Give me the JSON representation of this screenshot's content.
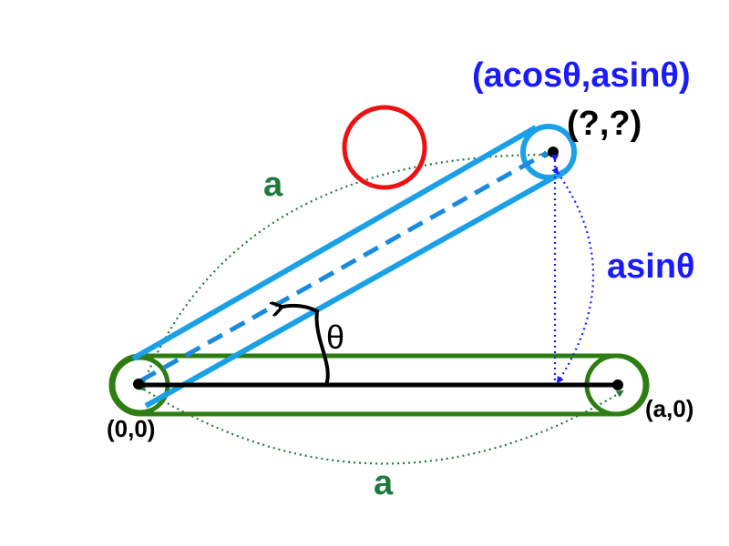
{
  "labels": {
    "top_coords": "(acosθ,asinθ)",
    "unknown_point": "(?,?)",
    "arc_a_upper": "a",
    "vertical_label": "asinθ",
    "angle": "θ",
    "origin": "(0,0)",
    "end_point": "(a,0)",
    "arc_a_lower": "a"
  },
  "colors": {
    "blue_text": "#1a1aff",
    "green_text": "#1e7a3c",
    "light_blue_link": "#1aa0e8",
    "green_link": "#2e7d12",
    "red_circle": "#ee1111"
  }
}
